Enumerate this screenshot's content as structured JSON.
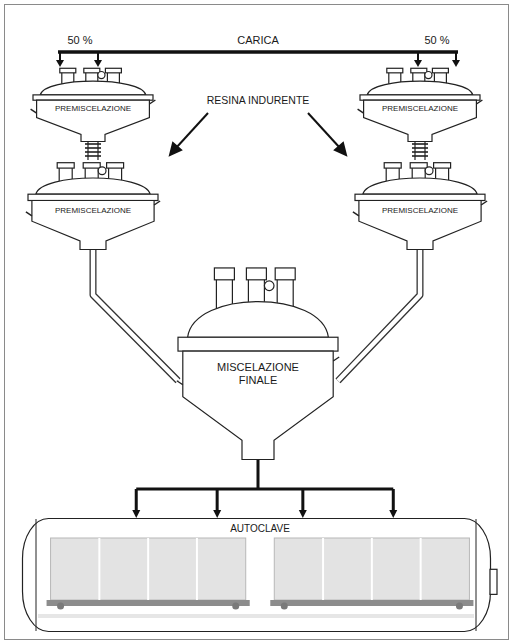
{
  "diagram": {
    "nodes": [
      {
        "text": [
          "PREMISCELAZIONE"
        ]
      },
      {
        "text": [
          "PREMISCELAZIONE"
        ]
      },
      {
        "text": [
          "PREMISCELAZIONE"
        ]
      },
      {
        "text": [
          "PREMISCELAZIONE"
        ]
      },
      {
        "text": [
          "MISCELAZIONE FINALE"
        ]
      },
      {
        "text": [
          "AUTOCLAVE"
        ]
      }
    ],
    "edges": [
      {
        "from": 0,
        "to": 2,
        "arrow": "none"
      },
      {
        "from": 1,
        "to": 3,
        "arrow": "none"
      },
      {
        "from": 2,
        "to": 4,
        "arrow": "none"
      },
      {
        "from": 3,
        "to": 4,
        "arrow": "none"
      },
      {
        "from": 4,
        "to": 5,
        "arrow": "to"
      }
    ],
    "labels": [
      "50 %",
      "CARICA",
      "50 %",
      "RESINA INDURENTE"
    ]
  }
}
